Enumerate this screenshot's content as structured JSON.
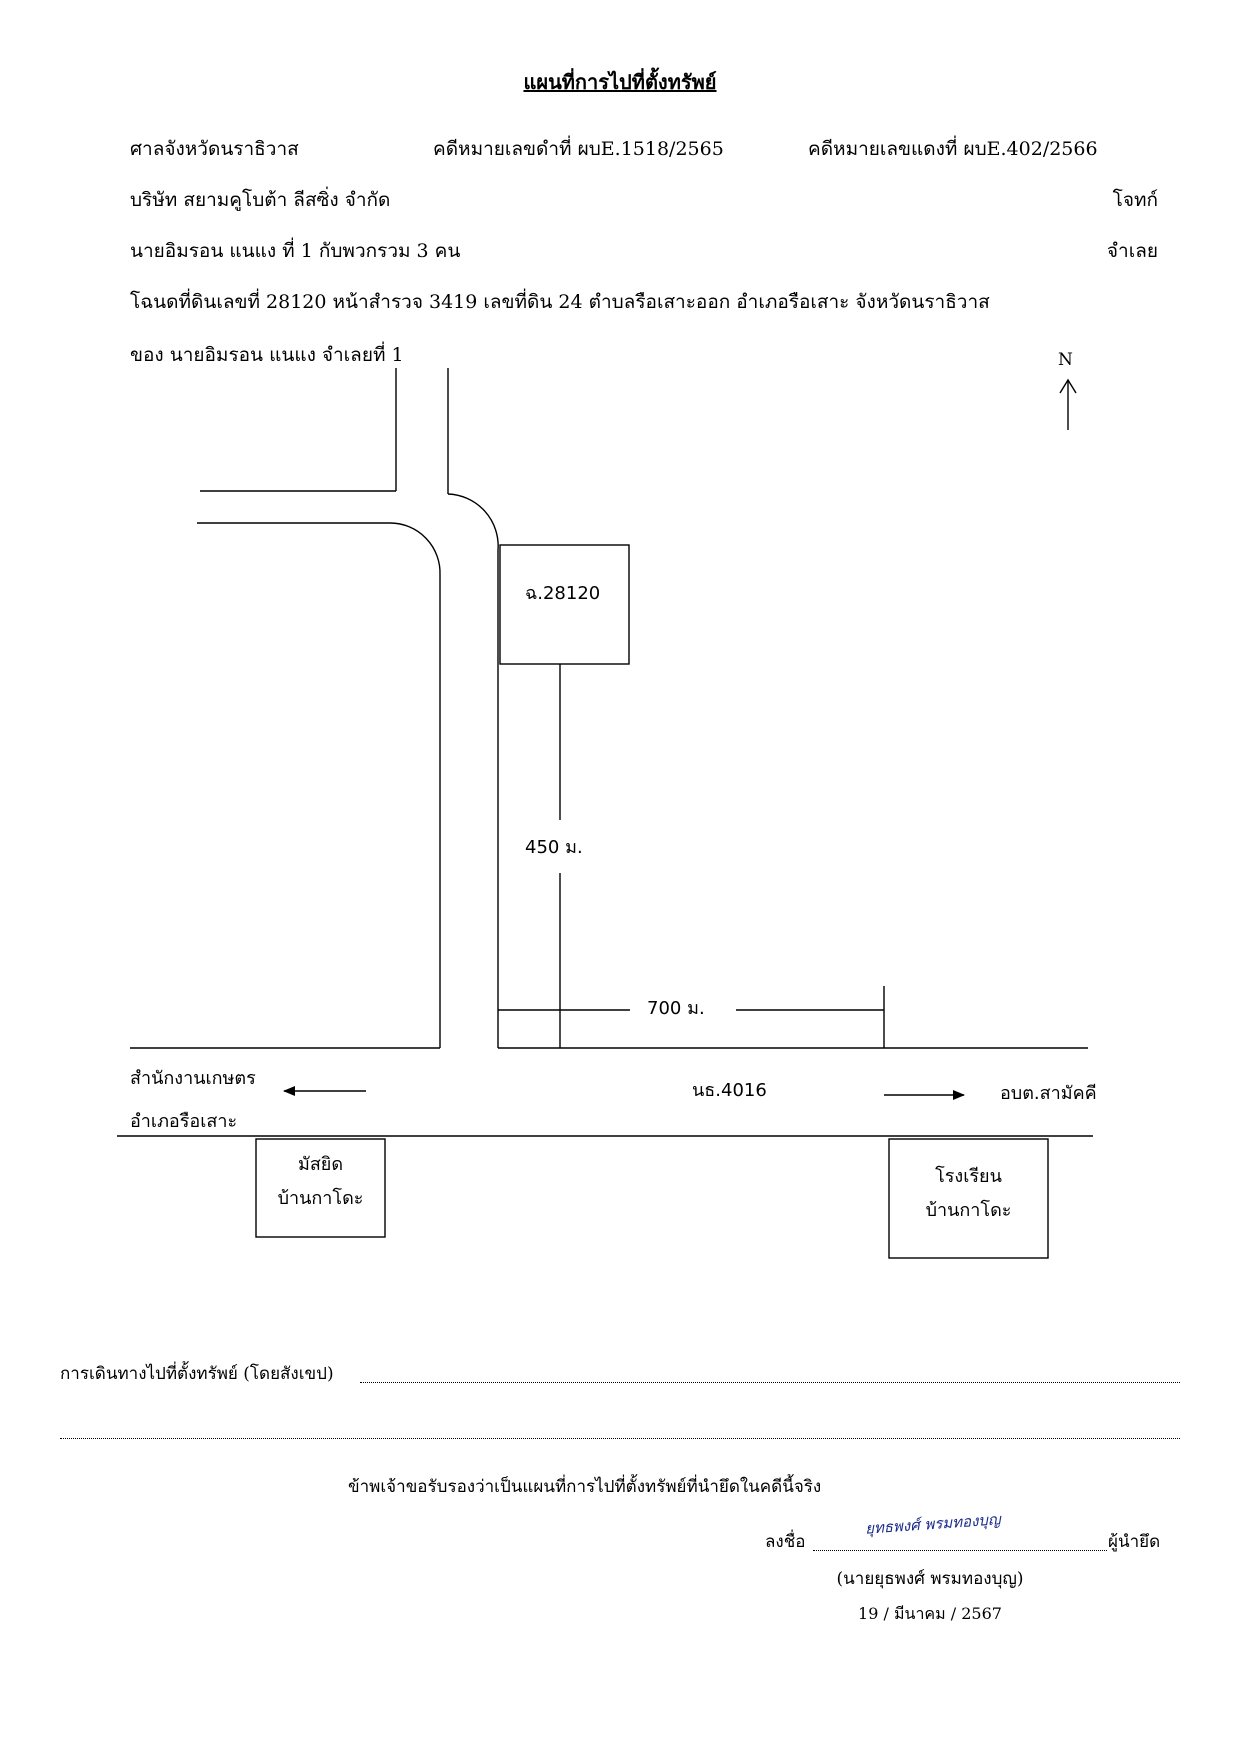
{
  "title": "แผนที่การไปที่ตั้งทรัพย์",
  "header": {
    "court": "ศาลจังหวัดนราธิวาส",
    "black_case": "คดีหมายเลขดำที่  ผบE.1518/2565",
    "red_case": "คดีหมายเลขแดงที่ ผบE.402/2566",
    "plaintiff_name": "บริษัท สยามคูโบต้า ลีสซิ่ง  จำกัด",
    "plaintiff_role": "โจทก์",
    "defendant_name": "นายอิมรอน  แนแง  ที่ 1  กับพวกรวม 3 คน",
    "defendant_role": "จำเลย",
    "deed": "โฉนดที่ดินเลขที่  28120  หน้าสำรวจ 3419   เลขที่ดิน 24  ตำบลรือเสาะออก   อำเภอรือเสาะ   จังหวัดนราธิวาส",
    "owner": "ของ  นายอิมรอน  แนแง    จำเลยที่  1"
  },
  "map": {
    "north_label": "N",
    "plot_label": "ฉ.28120",
    "dist_vertical": "450 ม.",
    "dist_horizontal": "700 ม.",
    "road_name": "นธ.4016",
    "left_dest_line1": "สำนักงานเกษตร",
    "left_dest_line2": "อำเภอรือเสาะ",
    "right_dest": "อบต.สามัคคี",
    "mosque_line1": "มัสยิด",
    "mosque_line2": "บ้านกาโดะ",
    "school_line1": "โรงเรียน",
    "school_line2": "บ้านกาโดะ"
  },
  "footer": {
    "route_label": "การเดินทางไปที่ตั้งทรัพย์ (โดยสังเขป)",
    "certify": "ข้าพเจ้าขอรับรองว่าเป็นแผนที่การไปที่ตั้งทรัพย์ที่นำยึดในคดีนี้จริง",
    "sign_label": "ลงชื่อ",
    "signer_role": "ผู้นำยึด",
    "signature": "ยุทธพงศ์  พรมทองบุญ",
    "signer_name": "(นายยุธพงศ์  พรมทองบุญ)",
    "date": "19 / มีนาคม / 2567"
  }
}
